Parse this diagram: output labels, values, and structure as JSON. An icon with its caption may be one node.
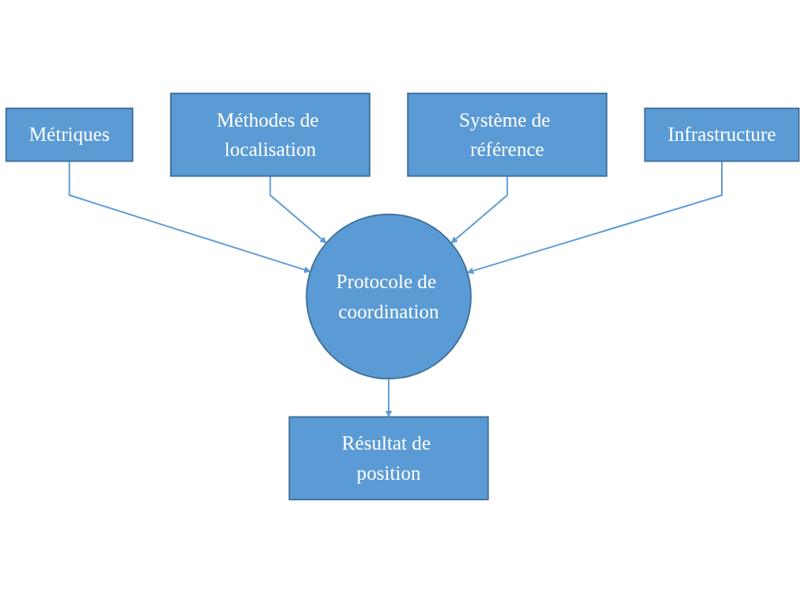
{
  "diagram": {
    "nodes": [
      {
        "text": [
          "Méthodes de localisation"
        ]
      },
      {
        "text": [
          "Système de référence"
        ]
      },
      {
        "text": [
          "Métriques"
        ]
      },
      {
        "text": [
          "Infrastructure"
        ]
      },
      {
        "text": [
          "Protocole de coordination"
        ]
      },
      {
        "text": [
          "Résultat de position"
        ]
      }
    ],
    "edges": [
      {
        "from": 2,
        "to": 4,
        "arrow": "to"
      },
      {
        "from": 0,
        "to": 4,
        "arrow": "to"
      },
      {
        "from": 1,
        "to": 4,
        "arrow": "to"
      },
      {
        "from": 3,
        "to": 4,
        "arrow": "to"
      },
      {
        "from": 4,
        "to": 5,
        "arrow": "to"
      }
    ]
  }
}
